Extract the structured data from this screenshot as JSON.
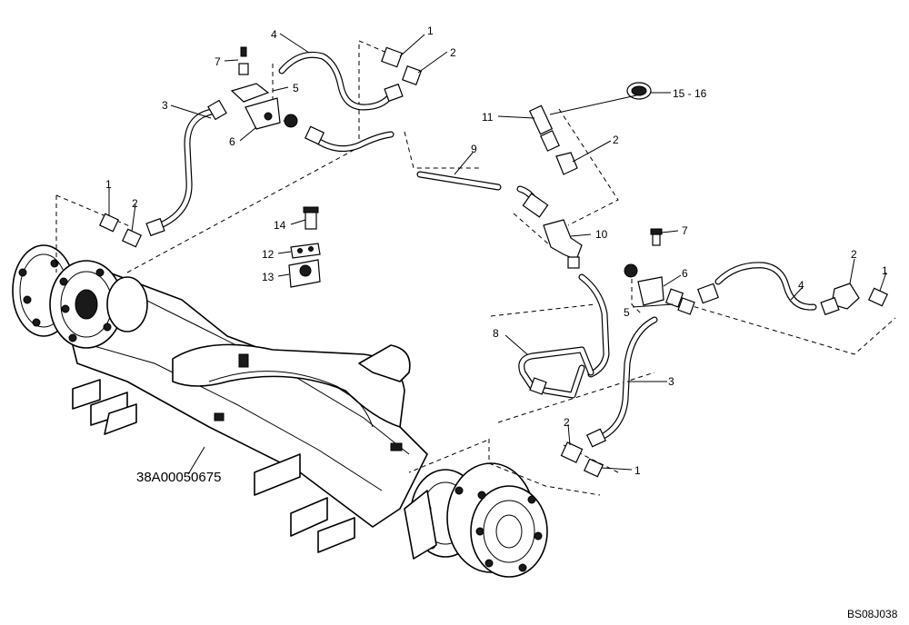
{
  "part_number": "38A00050675",
  "figure_id": "BS08J038",
  "callouts": [
    {
      "id": "c4a",
      "text": "4"
    },
    {
      "id": "c1a",
      "text": "1"
    },
    {
      "id": "c2a",
      "text": "2"
    },
    {
      "id": "c7a",
      "text": "7"
    },
    {
      "id": "c5a",
      "text": "5"
    },
    {
      "id": "c3a",
      "text": "3"
    },
    {
      "id": "c6a",
      "text": "6"
    },
    {
      "id": "c1b",
      "text": "1"
    },
    {
      "id": "c2b",
      "text": "2"
    },
    {
      "id": "c1516",
      "text": "15 - 16"
    },
    {
      "id": "c11",
      "text": "11"
    },
    {
      "id": "c2c",
      "text": "2"
    },
    {
      "id": "c9",
      "text": "9"
    },
    {
      "id": "c14",
      "text": "14"
    },
    {
      "id": "c12",
      "text": "12"
    },
    {
      "id": "c13",
      "text": "13"
    },
    {
      "id": "c10",
      "text": "10"
    },
    {
      "id": "c7b",
      "text": "7"
    },
    {
      "id": "c2d",
      "text": "2"
    },
    {
      "id": "c1c",
      "text": "1"
    },
    {
      "id": "c6b",
      "text": "6"
    },
    {
      "id": "c4b",
      "text": "4"
    },
    {
      "id": "c5b",
      "text": "5"
    },
    {
      "id": "c8",
      "text": "8"
    },
    {
      "id": "c3b",
      "text": "3"
    },
    {
      "id": "c2e",
      "text": "2"
    },
    {
      "id": "c1d",
      "text": "1"
    }
  ]
}
